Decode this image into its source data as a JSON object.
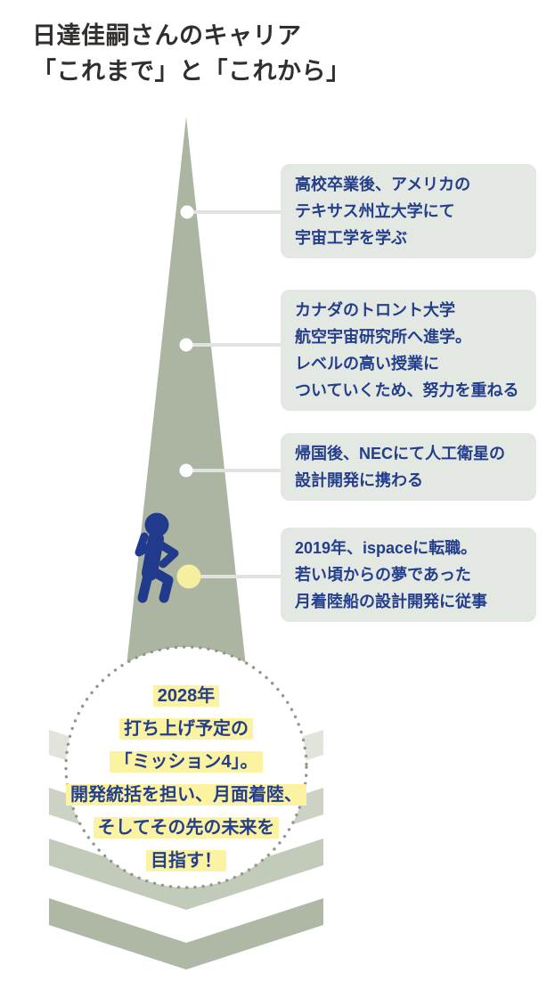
{
  "title": {
    "line1": "日達佳嗣さんのキャリア",
    "line2": "「これまで」と「これから」"
  },
  "milestones": [
    {
      "lines": [
        "高校卒業後、アメリカの",
        "テキサス州立大学にて",
        "宇宙工学を学ぶ"
      ]
    },
    {
      "lines": [
        "カナダのトロント大学",
        "航空宇宙研究所へ進学。",
        "レベルの高い授業に",
        "ついていくため、努力を重ねる"
      ]
    },
    {
      "lines": [
        "帰国後、NECにて人工衛星の",
        "設計開発に携わる"
      ]
    },
    {
      "lines": [
        "2019年、ispaceに転職。",
        "若い頃からの夢であった",
        "月着陸船の設計開発に従事"
      ]
    }
  ],
  "future": {
    "lines": [
      "2028年",
      "打ち上げ予定の",
      "「ミッション4」。",
      "開発統括を担い、月面着陸、",
      "そしてその先の未来を",
      "目指す！"
    ]
  },
  "icons": {
    "person": "walking-person-icon",
    "timeline_dot": "milestone-dot",
    "current_dot": "current-position-yellow-dot"
  },
  "colors": {
    "triangle_path": "#acb5a2",
    "card_background": "#e4e8e2",
    "navy_text": "#233e8b",
    "highlight_yellow": "#fbf2a2",
    "yellow_dot": "#f5efa0",
    "chevron_bands": [
      "#e0e4db",
      "#ccd3c5",
      "#c2cab9",
      "#aeb8a4"
    ],
    "dotted_ring": "#8e9a87",
    "connector_line": "#e1e4de",
    "title_text": "#312e2c"
  }
}
